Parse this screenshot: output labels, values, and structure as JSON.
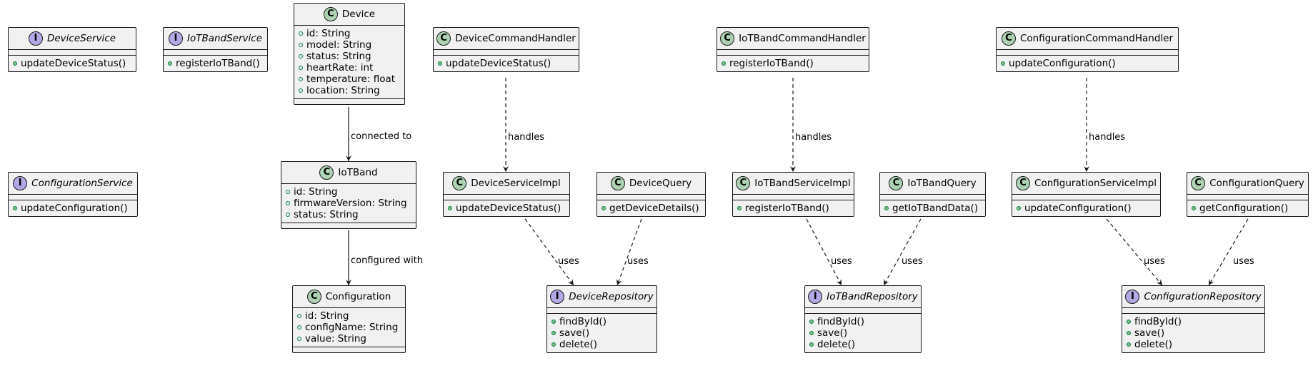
{
  "classes": [
    {
      "id": "DeviceService",
      "name": "DeviceService",
      "kind": "interface",
      "fields": [],
      "methods": [
        "updateDeviceStatus()"
      ]
    },
    {
      "id": "IoTBandService",
      "name": "IoTBandService",
      "kind": "interface",
      "fields": [],
      "methods": [
        "registerIoTBand()"
      ]
    },
    {
      "id": "Device",
      "name": "Device",
      "kind": "class",
      "fields": [
        "id: String",
        "model: String",
        "status: String",
        "heartRate: int",
        "temperature: float",
        "location: String"
      ],
      "methods": []
    },
    {
      "id": "DeviceCommandHandler",
      "name": "DeviceCommandHandler",
      "kind": "class",
      "fields": [],
      "methods": [
        "updateDeviceStatus()"
      ]
    },
    {
      "id": "IoTBandCommandHandler",
      "name": "IoTBandCommandHandler",
      "kind": "class",
      "fields": [],
      "methods": [
        "registerIoTBand()"
      ]
    },
    {
      "id": "ConfigurationCommandHandler",
      "name": "ConfigurationCommandHandler",
      "kind": "class",
      "fields": [],
      "methods": [
        "updateConfiguration()"
      ]
    },
    {
      "id": "ConfigurationService",
      "name": "ConfigurationService",
      "kind": "interface",
      "fields": [],
      "methods": [
        "updateConfiguration()"
      ]
    },
    {
      "id": "IoTBand",
      "name": "IoTBand",
      "kind": "class",
      "fields": [
        "id: String",
        "firmwareVersion: String",
        "status: String"
      ],
      "methods": []
    },
    {
      "id": "DeviceServiceImpl",
      "name": "DeviceServiceImpl",
      "kind": "class",
      "fields": [],
      "methods": [
        "updateDeviceStatus()"
      ]
    },
    {
      "id": "DeviceQuery",
      "name": "DeviceQuery",
      "kind": "class",
      "fields": [],
      "methods": [
        "getDeviceDetails()"
      ]
    },
    {
      "id": "IoTBandServiceImpl",
      "name": "IoTBandServiceImpl",
      "kind": "class",
      "fields": [],
      "methods": [
        "registerIoTBand()"
      ]
    },
    {
      "id": "IoTBandQuery",
      "name": "IoTBandQuery",
      "kind": "class",
      "fields": [],
      "methods": [
        "getIoTBandData()"
      ]
    },
    {
      "id": "ConfigurationServiceImpl",
      "name": "ConfigurationServiceImpl",
      "kind": "class",
      "fields": [],
      "methods": [
        "updateConfiguration()"
      ]
    },
    {
      "id": "ConfigurationQuery",
      "name": "ConfigurationQuery",
      "kind": "class",
      "fields": [],
      "methods": [
        "getConfiguration()"
      ]
    },
    {
      "id": "Configuration",
      "name": "Configuration",
      "kind": "class",
      "fields": [
        "id: String",
        "configName: String",
        "value: String"
      ],
      "methods": []
    },
    {
      "id": "DeviceRepository",
      "name": "DeviceRepository",
      "kind": "interface",
      "fields": [],
      "methods": [
        "findById()",
        "save()",
        "delete()"
      ]
    },
    {
      "id": "IoTBandRepository",
      "name": "IoTBandRepository",
      "kind": "interface",
      "fields": [],
      "methods": [
        "findById()",
        "save()",
        "delete()"
      ]
    },
    {
      "id": "ConfigurationRepository",
      "name": "ConfigurationRepository",
      "kind": "interface",
      "fields": [],
      "methods": [
        "findById()",
        "save()",
        "delete()"
      ]
    }
  ],
  "relations": [
    {
      "from": "Device",
      "to": "IoTBand",
      "label": "connected to",
      "style": "solid"
    },
    {
      "from": "IoTBand",
      "to": "Configuration",
      "label": "configured with",
      "style": "solid"
    },
    {
      "from": "DeviceCommandHandler",
      "to": "DeviceServiceImpl",
      "label": "handles",
      "style": "dashed"
    },
    {
      "from": "IoTBandCommandHandler",
      "to": "IoTBandServiceImpl",
      "label": "handles",
      "style": "dashed"
    },
    {
      "from": "ConfigurationCommandHandler",
      "to": "ConfigurationServiceImpl",
      "label": "handles",
      "style": "dashed"
    },
    {
      "from": "DeviceServiceImpl",
      "to": "DeviceRepository",
      "label": "uses",
      "style": "dashed"
    },
    {
      "from": "DeviceQuery",
      "to": "DeviceRepository",
      "label": "uses",
      "style": "dashed"
    },
    {
      "from": "IoTBandServiceImpl",
      "to": "IoTBandRepository",
      "label": "uses",
      "style": "dashed"
    },
    {
      "from": "IoTBandQuery",
      "to": "IoTBandRepository",
      "label": "uses",
      "style": "dashed"
    },
    {
      "from": "ConfigurationServiceImpl",
      "to": "ConfigurationRepository",
      "label": "uses",
      "style": "dashed"
    },
    {
      "from": "ConfigurationQuery",
      "to": "ConfigurationRepository",
      "label": "uses",
      "style": "dashed"
    }
  ],
  "colors": {
    "class_badge": "#add1b2",
    "interface_badge": "#b4a7e5",
    "box_fill": "#f1f1f1",
    "border": "#181818",
    "member_dot": "#84be84"
  }
}
